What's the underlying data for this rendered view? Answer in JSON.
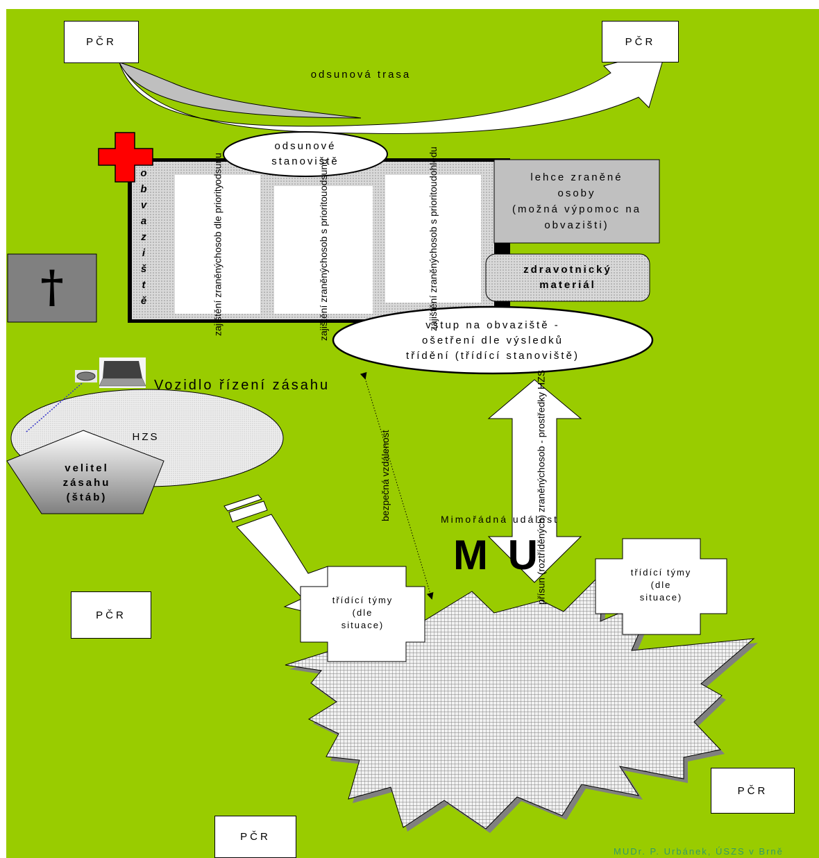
{
  "colors": {
    "background": "#99cc00",
    "red_cross": "#ff0000",
    "grey_box": "#c0c0c0",
    "dark_grey": "#808080",
    "credit": "#339966"
  },
  "police_label": "PČR",
  "evacuation_route": "odsunová trasa",
  "evacuation_station": [
    "odsunové",
    "stanoviště"
  ],
  "dressing_station_label": [
    "o",
    "b",
    "v",
    "a",
    "z",
    "i",
    "š",
    "t",
    "ě"
  ],
  "columns": [
    [
      "zajištění zraněných",
      "osob dle priority",
      "odsunu"
    ],
    [
      "zajištění zraněných",
      "osob s prioritou",
      "odsunu"
    ],
    [
      "zajištění zraněných",
      "osob s prioritou",
      "dohledu"
    ]
  ],
  "lightly_injured": [
    "lehce zraněné",
    "osoby",
    "(možná výpomoc na",
    "obvazišti)"
  ],
  "medical_material": [
    "zdravotnický",
    "materiál"
  ],
  "entry": [
    "vstup na obvaziště -",
    "ošetření dle výsledků",
    "třídění (třídící stanoviště)"
  ],
  "cross_icon": "†",
  "command_vehicle": "Vozidlo řízení zásahu",
  "hzs": "HZS",
  "commander": [
    "velitel",
    "zásahu",
    "(štáb)"
  ],
  "safe_distance": "bezpečná vzdálenost",
  "supply": [
    "přísun (roztříděných) zraněných",
    "osob - prostředky HZS"
  ],
  "incident_small": "Mimořádná událost",
  "incident_big": "M U",
  "triage": [
    "třídící týmy",
    "(dle",
    "situace)"
  ],
  "credit": "MUDr. P. Urbánek, ÚSZS v Brně"
}
